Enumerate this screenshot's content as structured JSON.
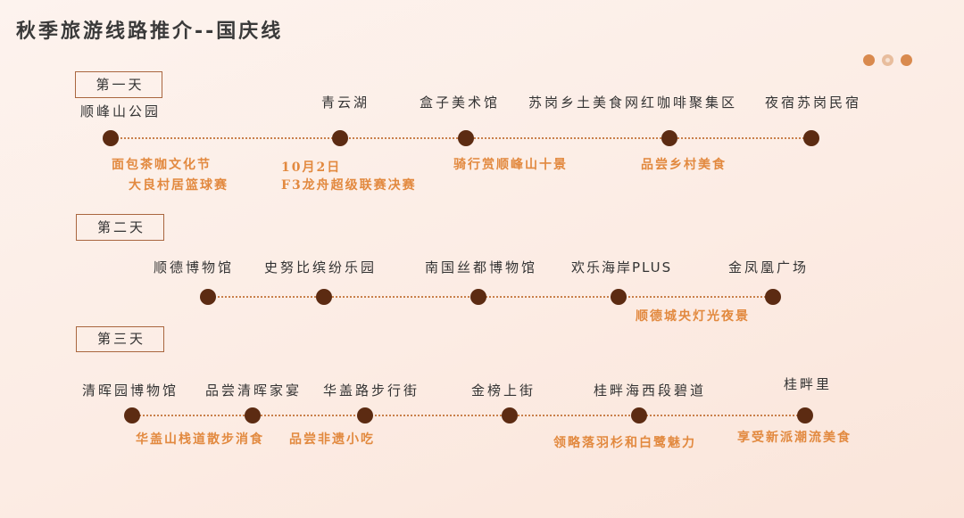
{
  "title": "秋季旅游线路推介--国庆线",
  "colors": {
    "text": "#333333",
    "title": "#3a3a3a",
    "accent": "#e2893f",
    "dot": "#5c2b12",
    "line": "#c9804b",
    "border": "#a9663f",
    "decor_primary": "#d98a4e",
    "decor_secondary": "#e8bd9d"
  },
  "days": [
    {
      "label": "第一天",
      "stops": [
        "顺峰山公园",
        "青云湖",
        "盒子美术馆",
        "苏岗乡土美食网红咖啡聚集区",
        "夜宿苏岗民宿"
      ],
      "activities": [
        "面包茶咖文化节",
        "大良村居篮球赛",
        "10月2日",
        "F3龙舟超级联赛决赛",
        "骑行赏顺峰山十景",
        "品尝乡村美食"
      ]
    },
    {
      "label": "第二天",
      "stops": [
        "顺德博物馆",
        "史努比缤纷乐园",
        "南国丝都博物馆",
        "欢乐海岸PLUS",
        "金凤凰广场"
      ],
      "activities": [
        "顺德城央灯光夜景"
      ]
    },
    {
      "label": "第三天",
      "stops": [
        "清晖园博物馆",
        "品尝清晖家宴",
        "华盖路步行街",
        "金榜上街",
        "桂畔海西段碧道",
        "桂畔里"
      ],
      "activities": [
        "华盖山栈道散步消食",
        "品尝非遗小吃",
        "领略落羽杉和白鹭魅力",
        "享受新派潮流美食"
      ]
    }
  ]
}
